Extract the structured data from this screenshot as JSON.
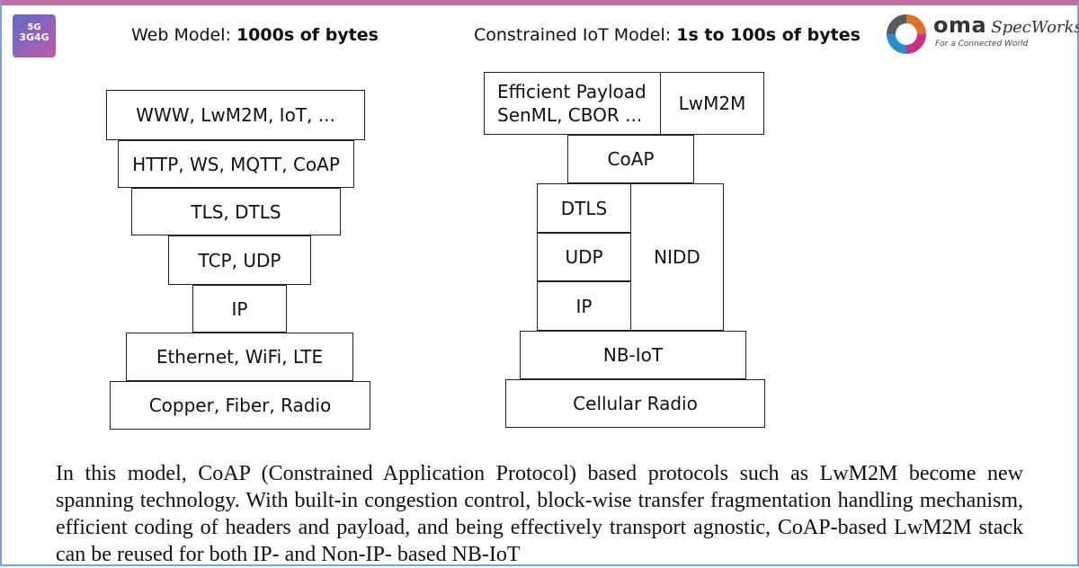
{
  "header": {
    "logo_left_line1": "5G",
    "logo_left_line2": "3G4G",
    "oma_brand": "oma",
    "oma_spec": "SpecWorks",
    "oma_tagline": "For a Connected World"
  },
  "web_model": {
    "title_prefix": "Web Model: ",
    "title_bold": "1000s of bytes",
    "layers": [
      "WWW, LwM2M, IoT, ...",
      "HTTP, WS, MQTT, CoAP",
      "TLS, DTLS",
      "TCP, UDP",
      "IP",
      "Ethernet, WiFi, LTE",
      "Copper, Fiber, Radio"
    ]
  },
  "iot_model": {
    "title_prefix": "Constrained IoT Model: ",
    "title_bold": "1s to 100s of bytes",
    "payload_line1": "Efficient Payload",
    "payload_line2": "SenML, CBOR ...",
    "lwm2m": "LwM2M",
    "coap": "CoAP",
    "dtls": "DTLS",
    "udp": "UDP",
    "ip": "IP",
    "nidd": "NIDD",
    "nbiot": "NB-IoT",
    "cellular": "Cellular Radio"
  },
  "body_text": "In this model, CoAP (Constrained Application Protocol) based protocols such as LwM2M become new spanning technology. With built-in congestion control, block-wise transfer fragmentation handling mechanism, efficient coding of headers and payload, and being effectively transport agnostic, CoAP-based LwM2M stack can be reused for both IP- and Non-IP- based NB-IoT"
}
